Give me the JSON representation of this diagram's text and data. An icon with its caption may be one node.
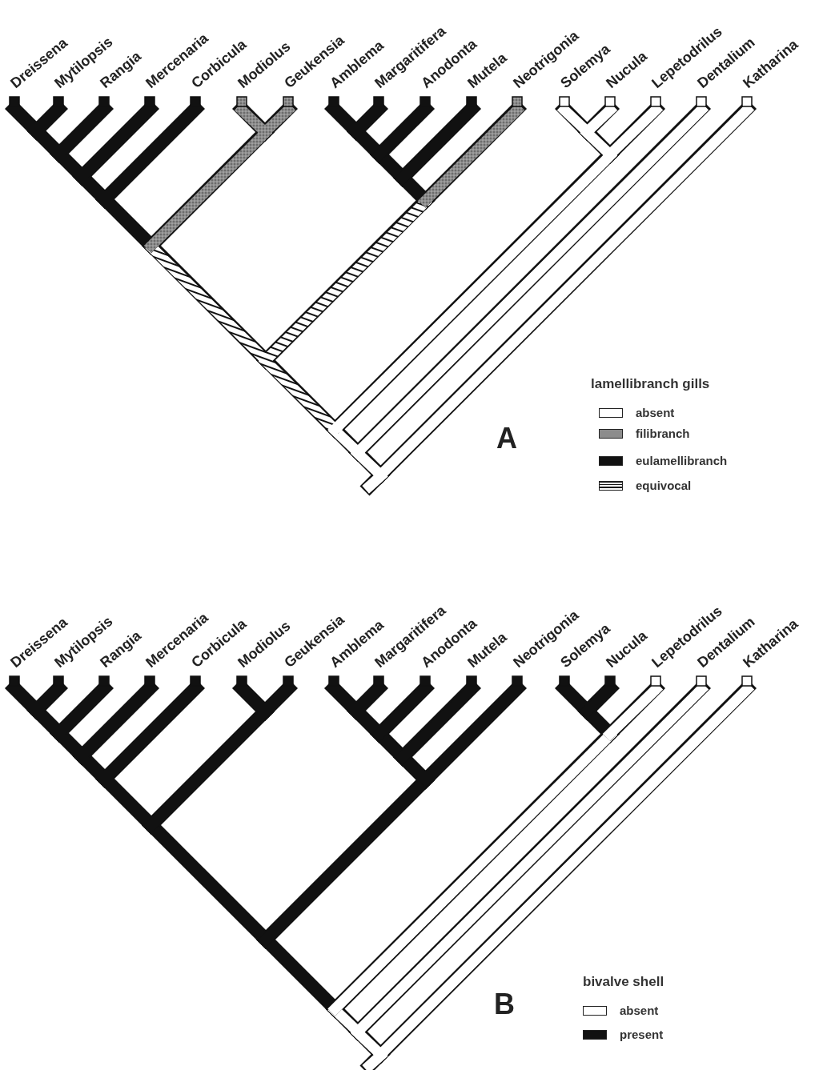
{
  "diagram": {
    "labels": [
      "Dreissena",
      "Mytilopsis",
      "Rangia",
      "Mercenaria",
      "Corbicula",
      "Modiolus",
      "Geukensia",
      "Amblema",
      "Margaritifera",
      "Anodonta",
      "Mutela",
      "Neotrigonia",
      "Solemya",
      "Nucula",
      "Lepetodrilus",
      "Dentalium",
      "Katharina",
      "lamellibranch gills",
      "A",
      "Dreissena",
      "Mytilopsis",
      "Rangia",
      "Mercenaria",
      "Corbicula",
      "Modiolus",
      "Geukensia",
      "Amblema",
      "Margaritifera",
      "Anodonta",
      "Mutela",
      "Neotrigonia",
      "Solemya",
      "Nucula",
      "Lepetodrilus",
      "Dentalium",
      "Katharina",
      "bivalve shell",
      "B"
    ],
    "legend": [
      {
        "text": "absent",
        "color": "#ffffff"
      },
      {
        "text": "filibranch",
        "color": "#8c8c8c"
      },
      {
        "text": "eulamellibranch",
        "color": "#111111"
      },
      {
        "text": "equivocal"
      },
      {
        "text": "absent",
        "color": "#ffffff"
      },
      {
        "text": "present",
        "color": "#111111"
      }
    ]
  }
}
